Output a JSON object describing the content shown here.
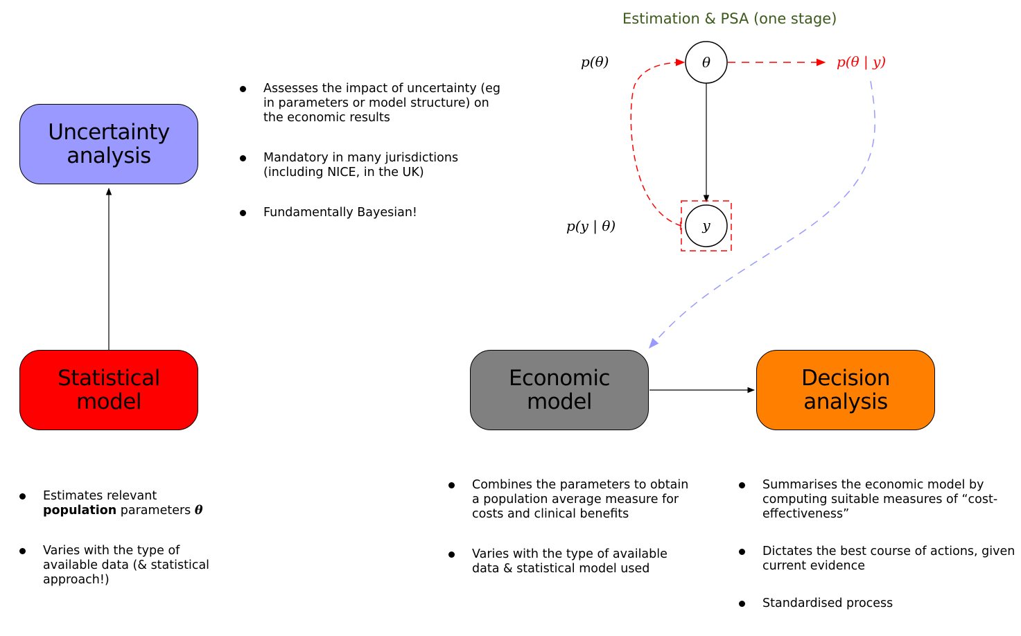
{
  "stage_title": "Estimation & PSA (one stage)",
  "colors": {
    "uncertainty_box": "#9999ff",
    "statistical_box": "#ff0000",
    "economic_box": "#808080",
    "decision_box": "#ff8000",
    "stage_title": "#3b5a1b",
    "red_dashed": "#ff0000",
    "blue_dashed": "#9999ff"
  },
  "boxes": {
    "uncertainty": [
      "Uncertainty",
      "analysis"
    ],
    "statistical": [
      "Statistical",
      "model"
    ],
    "economic": [
      "Economic",
      "model"
    ],
    "decision": [
      "Decision",
      "analysis"
    ]
  },
  "graph": {
    "node_theta": "θ",
    "node_y": "y",
    "prior_label": "p(θ)",
    "posterior_label": "p(θ | y)",
    "likelihood_label": "p(y | θ)"
  },
  "bullets": {
    "uncertainty": [
      "Assesses the impact of uncertainty (eg in parameters or model structure) on the economic results",
      "Mandatory in many jurisdictions (including NICE, in the UK)",
      "Fundamentally Bayesian!"
    ],
    "statistical": [
      {
        "pre": "Estimates relevant ",
        "bold": "population",
        "post": " parameters ",
        "math": "θ"
      },
      {
        "text": "Varies with the type of available data (& statistical approach!)"
      }
    ],
    "economic": [
      "Combines the parameters to obtain a population average measure for costs and clinical benefits",
      "Varies with the type of available data & statistical model used"
    ],
    "decision": [
      "Summarises the economic model by computing suitable measures of “cost-effectiveness”",
      "Dictates the best course of actions, given current evidence",
      "Standardised process"
    ]
  }
}
